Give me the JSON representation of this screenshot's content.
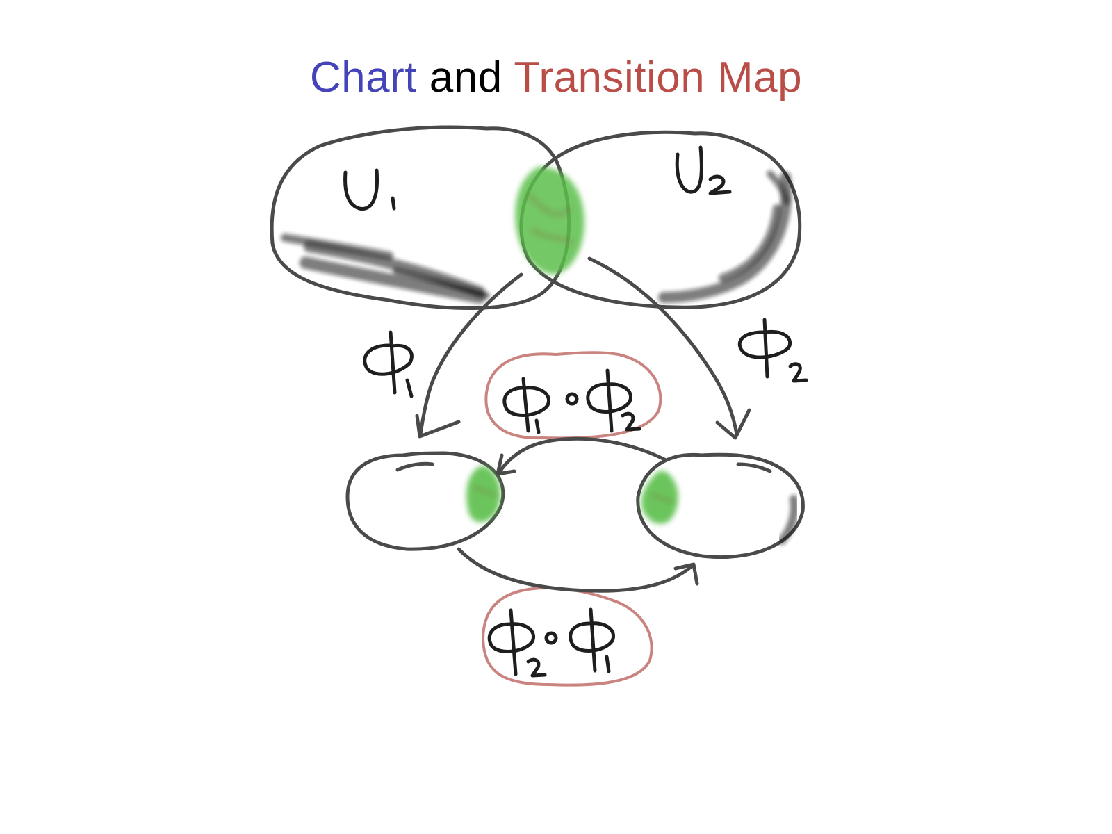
{
  "title": {
    "part1": "Chart",
    "part2": "and",
    "part3": "Transition Map"
  },
  "colors": {
    "chart_word": "#4444b8",
    "and_word": "#000000",
    "transition_word": "#b94e48",
    "outline": "#4a4a4a",
    "overlap_fill": "#5cbf4c",
    "transition_circle": "#c98480"
  },
  "icons": {
    "handwritten_labels": [
      "U1",
      "U2",
      "phi1",
      "phi2",
      "phi1 ∘ phi2",
      "phi2 ∘ phi1"
    ]
  }
}
